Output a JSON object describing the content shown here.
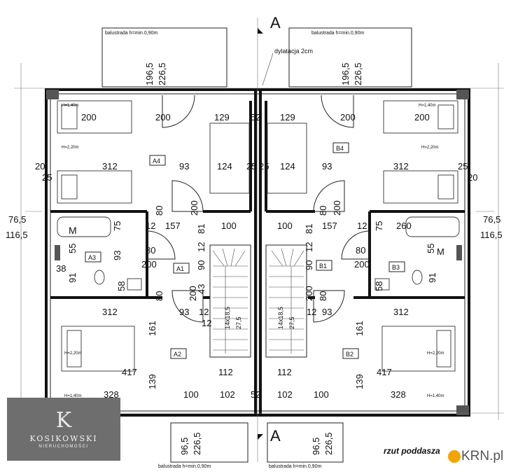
{
  "drawing": {
    "title": "rzut poddasza",
    "section_marker": "A",
    "expansion_joint": "dylatacja 2cm",
    "balustrade_label": "balustrada h=min.0,90m"
  },
  "rooms": {
    "A1": "A1",
    "A2": "A2",
    "A3": "A3",
    "A4": "A4",
    "B1": "B1",
    "B2": "B2",
    "B3": "B3",
    "B4": "B4"
  },
  "heights": {
    "h140": "H=1,40m",
    "h220": "H=2,20m"
  },
  "bath_mark": "M",
  "stairs": {
    "count": "14x18,5",
    "tread": "27,5"
  },
  "dimensions": {
    "d196": "196,5",
    "d226": "226,5",
    "d96": "96,5",
    "d200": "200",
    "d129": "129",
    "d52": "52",
    "d312": "312",
    "d93": "93",
    "d124": "124",
    "d20": "20",
    "d25": "25",
    "d80": "80",
    "d157": "157",
    "d12": "12",
    "d81": "81",
    "d100": "100",
    "d75": "75",
    "d76": "76,5",
    "d116": "116,5",
    "d55": "55",
    "d38": "38",
    "d91": "91",
    "d58": "58",
    "d90": "90",
    "d43": "43",
    "d161": "161",
    "d417": "417",
    "d112": "112",
    "d139": "139",
    "d328": "328",
    "d102": "102",
    "d260": "260"
  },
  "logo": {
    "mark": "K",
    "name": "KOSIKOWSKI",
    "sub": "NIERUCHOMOŚCI"
  },
  "krn": "KRN.pl"
}
